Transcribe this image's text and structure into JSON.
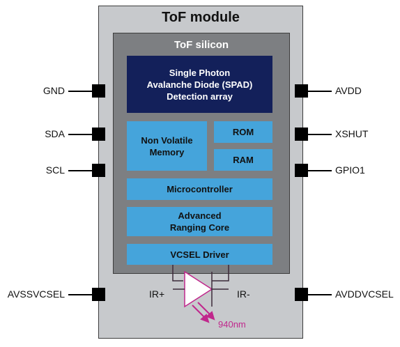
{
  "module": {
    "title": "ToF module"
  },
  "silicon": {
    "title": "ToF silicon"
  },
  "blocks": {
    "spad": "Single Photon\nAvalanche Diode (SPAD)\nDetection array",
    "nvm": "Non Volatile\nMemory",
    "rom": "ROM",
    "ram": "RAM",
    "mcu": "Microcontroller",
    "arc": "Advanced\nRanging Core",
    "vcsel": "VCSEL Driver"
  },
  "pins_left": [
    "GND",
    "SDA",
    "SCL",
    "AVSSVCSEL"
  ],
  "pins_right": [
    "AVDD",
    "XSHUT",
    "GPIO1",
    "AVDDVCSEL"
  ],
  "diode": {
    "anode": "IR+",
    "cathode": "IR-",
    "wavelength": "940nm"
  },
  "colors": {
    "block": "#45a4db",
    "spad": "#13205a",
    "emission": "#c0278c"
  }
}
